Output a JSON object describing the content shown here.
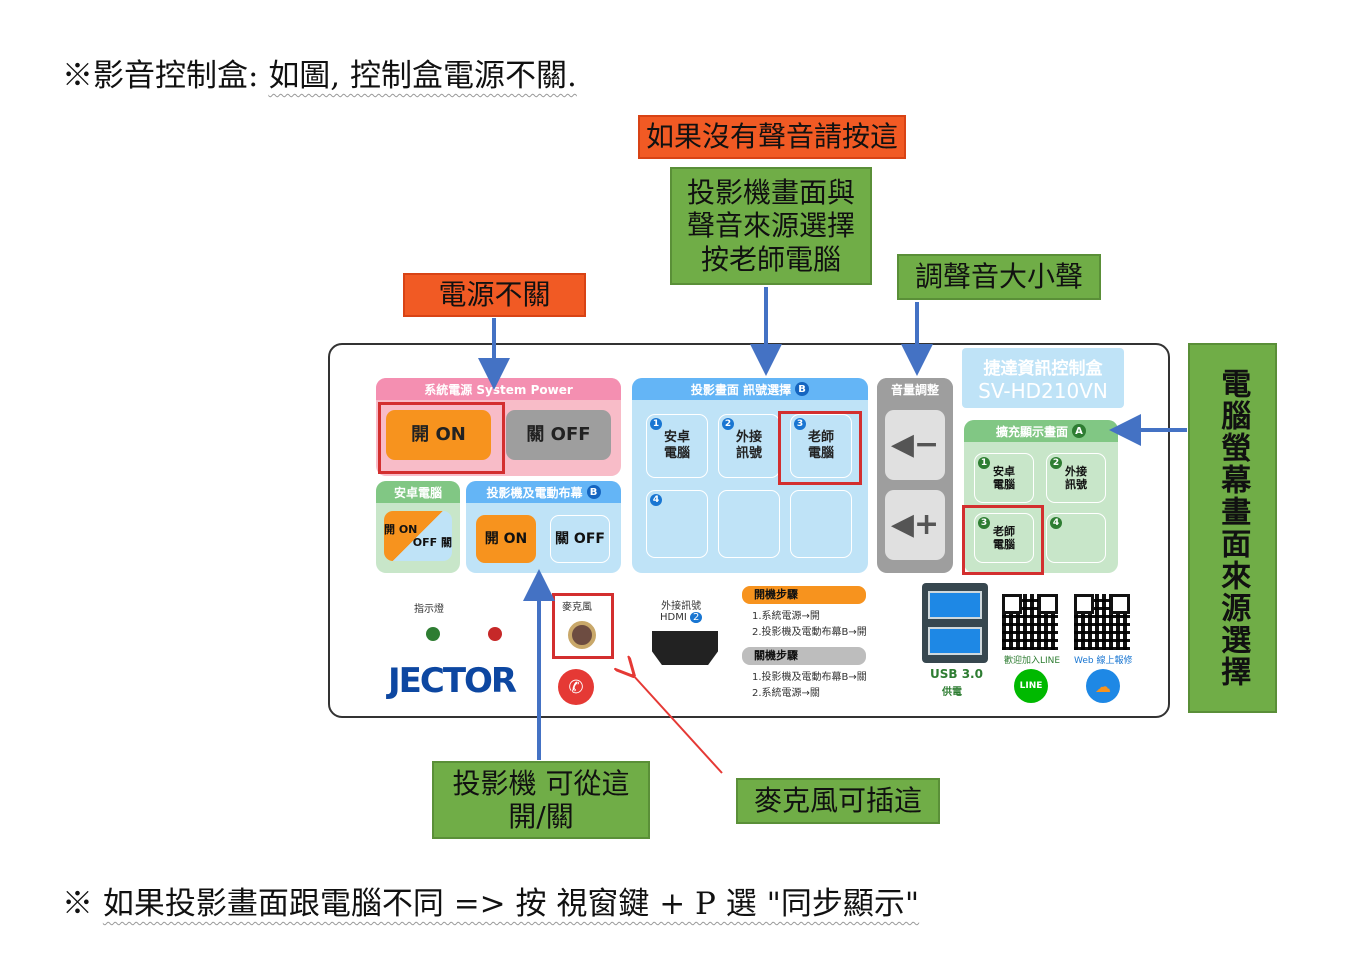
{
  "heading": {
    "prefix": "※影音控制盒: ",
    "underlined": "如圖, 控制盒電源不關."
  },
  "callouts": {
    "no_sound": "如果沒有聲音請按這",
    "source_select": "投影機畫面與\n聲音來源選擇\n按老師電腦",
    "volume": "調聲音大小聲",
    "power_on": "電源不關",
    "screen_source": "電腦螢幕畫面來源選擇",
    "projector": "投影機 可從這\n開/關",
    "mic": "麥克風可插這"
  },
  "panel": {
    "brand_title": "捷達資訊控制盒",
    "model": "SV-HD210VN",
    "system_power": {
      "title": "系統電源 System Power",
      "on": "開 ON",
      "off": "關 OFF"
    },
    "android": {
      "title": "安卓電腦",
      "toggle_on": "開 ON",
      "toggle_off": "OFF 關"
    },
    "projector_screen": {
      "title": "投影機及電動布幕",
      "badge": "B",
      "on": "開 ON",
      "off": "關 OFF"
    },
    "projection_select": {
      "title": "投影畫面 訊號選擇",
      "badge": "B",
      "buttons": [
        {
          "num": "1",
          "label": "安卓\n電腦"
        },
        {
          "num": "2",
          "label": "外接\n訊號"
        },
        {
          "num": "3",
          "label": "老師\n電腦"
        },
        {
          "num": "4",
          "label": ""
        },
        {
          "num": "",
          "label": ""
        },
        {
          "num": "",
          "label": ""
        }
      ]
    },
    "volume": {
      "title": "音量調整",
      "down": "−",
      "up": "+"
    },
    "extended_display": {
      "title": "擴充顯示畫面",
      "badge": "A",
      "buttons": [
        {
          "num": "1",
          "label": "安卓\n電腦"
        },
        {
          "num": "2",
          "label": "外接\n訊號"
        },
        {
          "num": "3",
          "label": "老師\n電腦"
        },
        {
          "num": "4",
          "label": ""
        }
      ]
    },
    "indicator_label": "指示燈",
    "mic_label": "麥克風",
    "hdmi_label": "外接訊號\nHDMI",
    "hdmi_badge": "2",
    "startup": {
      "title": "開機步驟",
      "steps": [
        "1.系統電源→開",
        "2.投影機及電動布幕B→開"
      ]
    },
    "shutdown": {
      "title": "關機步驟",
      "steps": [
        "1.投影機及電動布幕B→關",
        "2.系統電源→關"
      ]
    },
    "usb": {
      "label": "USB 3.0",
      "sub": "供電"
    },
    "qr_line_label": "歡迎加入LINE",
    "qr_web_label": "Web 線上報修",
    "line_logo": "LINE",
    "logo": "JECTOR"
  },
  "footer": {
    "prefix": "※ ",
    "underlined": "如果投影畫面跟電腦不同 => 按 視窗鍵 + P 選 \"同步顯示\""
  }
}
